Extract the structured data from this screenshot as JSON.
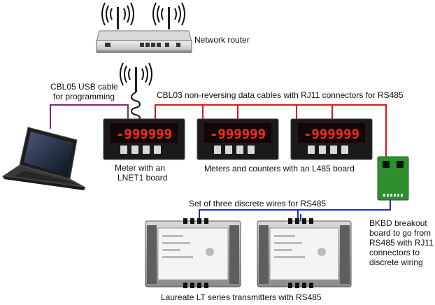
{
  "labels": {
    "router": "Network router",
    "usb_cable_line1": "CBL05 USB cable",
    "usb_cable_line2": "for programming",
    "cbl03": "CBL03 non-reversing data cables with RJ11 connectors for RS485",
    "meter_lnet1_line1": "Meter with an",
    "meter_lnet1_line2": "LNET1 board",
    "meters_l485": "Meters and counters with an L485 board",
    "discrete_wires": "Set of three discrete wires for RS485",
    "bkbd_line1": "BKBD breakout",
    "bkbd_line2": "board to go from",
    "bkbd_line3": "RS485 with RJ11",
    "bkbd_line4": "connectors to",
    "bkbd_line5": "discrete wiring",
    "transmitters": "Laureate LT series transmitters with RS485"
  },
  "meter_display": "-999999",
  "colors": {
    "data_cable": "#e0141c",
    "usb_cable": "#7a2a7a",
    "discrete_wire": "#1c2ec8",
    "meter_digits": "#ff2a1a",
    "breakout_board": "#2f8f2f"
  },
  "icons": [
    "router-icon",
    "laptop-icon",
    "wireless-antenna-icon",
    "panel-meter-icon",
    "breakout-board-icon",
    "transmitter-icon"
  ]
}
